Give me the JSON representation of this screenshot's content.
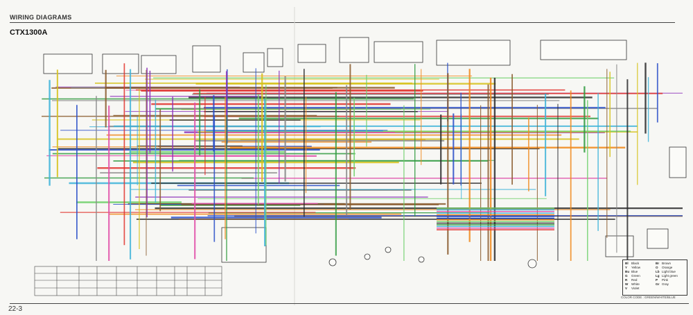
{
  "header": {
    "section_title": "WIRING DIAGRAMS",
    "model": "CTX1300A"
  },
  "footer": {
    "page_number": "22-3"
  },
  "color_code": {
    "entries": [
      {
        "code": "Bl",
        "name": "Black"
      },
      {
        "code": "Br",
        "name": "Brown"
      },
      {
        "code": "Y",
        "name": "Yellow"
      },
      {
        "code": "O",
        "name": "Orange"
      },
      {
        "code": "Bu",
        "name": "Blue"
      },
      {
        "code": "Lb",
        "name": "Light blue"
      },
      {
        "code": "G",
        "name": "Green"
      },
      {
        "code": "Lg",
        "name": "Light green"
      },
      {
        "code": "R",
        "name": "Red"
      },
      {
        "code": "P",
        "name": "Pink"
      },
      {
        "code": "W",
        "name": "White"
      },
      {
        "code": "Gr",
        "name": "Gray"
      },
      {
        "code": "V",
        "name": "Violet"
      }
    ],
    "note": "COLOR CODE : GREEN/WHITE/BLUE"
  },
  "wire_colors": {
    "red": "#e0322c",
    "green": "#2f9a3e",
    "blue": "#2a4fc8",
    "purple": "#8b2fb8",
    "pink": "#e04fa8",
    "orange": "#f08a1c",
    "yellow": "#d6c21a",
    "black": "#2a2a2a",
    "brown": "#8a5a2b",
    "lightblue": "#3cb3d8",
    "lightgreen": "#6fd06a",
    "gray": "#8a8a8a"
  }
}
